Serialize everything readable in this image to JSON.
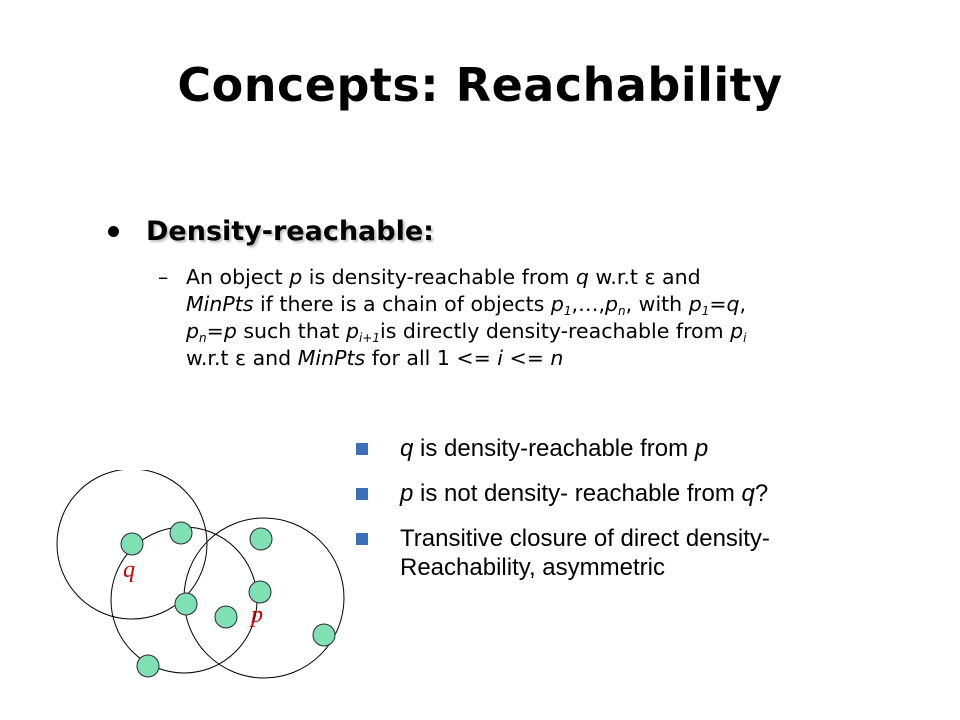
{
  "title": "Concepts: Reachability",
  "bullet": {
    "label": "Density-reachable:"
  },
  "sub_bullet": {
    "dash": "–",
    "line1": "An object p is density-reachable from q w.r.t ε and",
    "line2": "MinPts if there is a chain of objects p1,…,pn, with p1=q,",
    "line3": "pn=p such that pi+1is directly density-reachable from pi",
    "line4": "w.r.t ε and MinPts for all 1 <= i <= n"
  },
  "list": [
    "q is density-reachable from p",
    "p is not density- reachable from q?",
    "Transitive closure of direct density-Reachability, asymmetric"
  ],
  "figure": {
    "label_q": "q",
    "label_p": "p"
  },
  "colors": {
    "point_fill": "#7fe0b4",
    "label": "#cc0000",
    "list_bullet": "#3b6fb6"
  }
}
